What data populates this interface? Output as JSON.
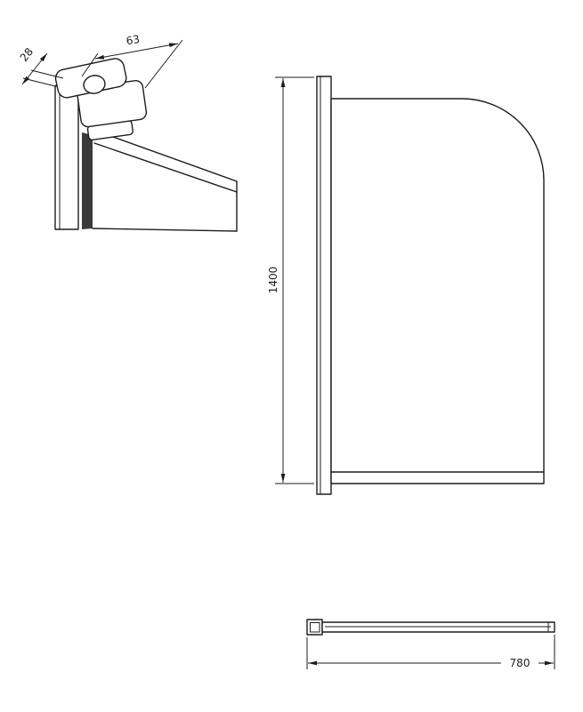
{
  "drawing": {
    "background_color": "#ffffff",
    "line_color": "#1d1d1d",
    "detail_view": {
      "dim_hinge_width": "63",
      "dim_profile_depth": "28"
    },
    "front_view": {
      "dim_height": "1400"
    },
    "plan_view": {
      "dim_width": "780"
    }
  }
}
